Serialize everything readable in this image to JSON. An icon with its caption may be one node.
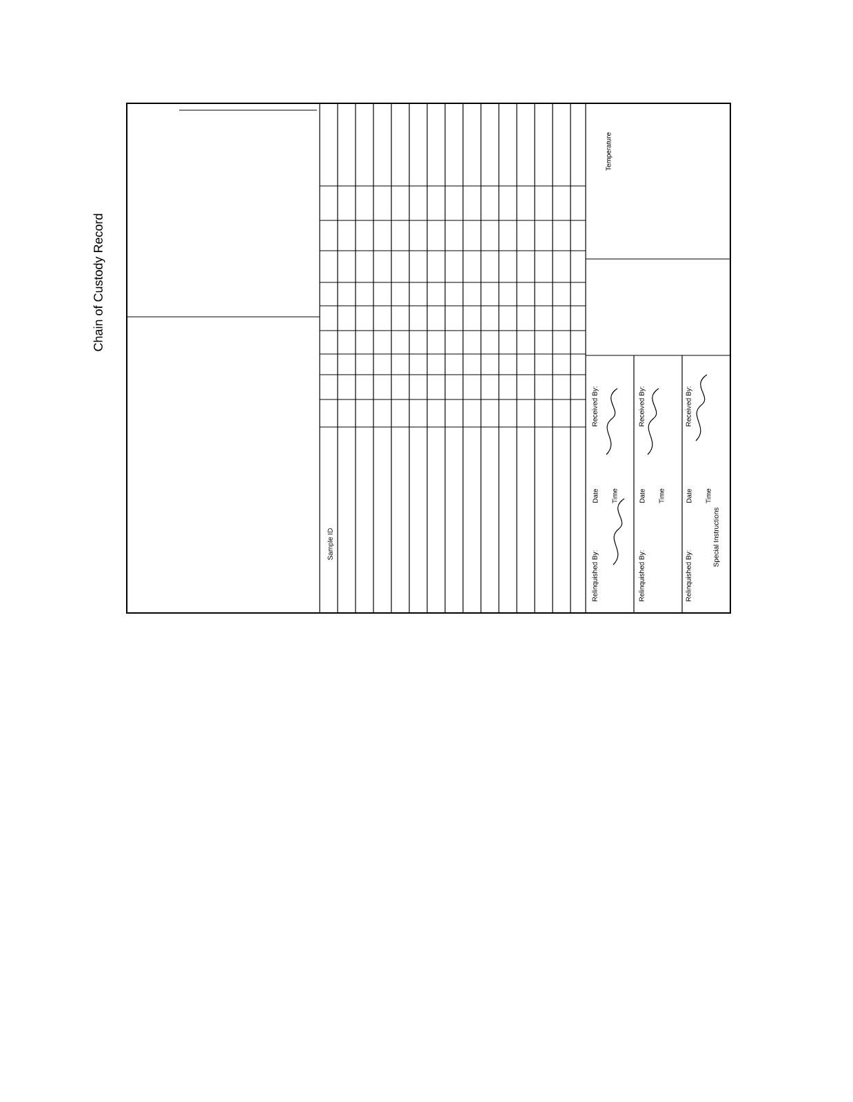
{
  "diagram": {
    "title": "Chain of Custody Record",
    "labels": [
      "Sample ID",
      "Relinquished By:",
      "Date",
      "Time",
      "Received By:",
      "Relinquished By:",
      "Date",
      "Time",
      "Received By:",
      "Relinquished By:",
      "Date",
      "Time",
      "Received By:",
      "Temperature",
      "Special Instructions"
    ]
  }
}
